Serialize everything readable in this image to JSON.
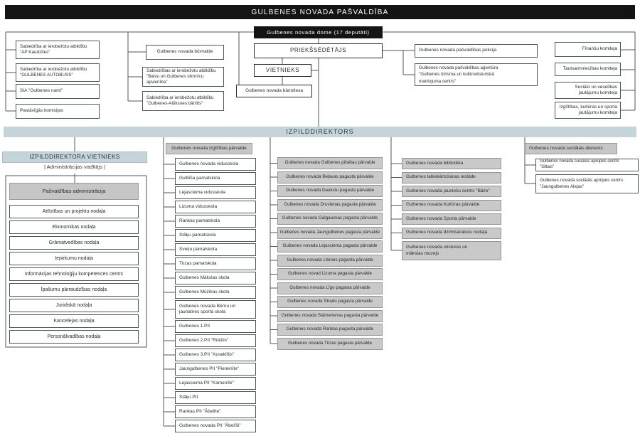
{
  "title": "GULBENES NOVADA PAŠVALDĪBA",
  "council": {
    "label": "Gulbenes novada dome (17 deputāti)"
  },
  "chairman": {
    "label": "PRIEKŠSĒDĒTĀJS"
  },
  "deputy_chairman": {
    "label": "VIETNIEKS"
  },
  "orphans_court": {
    "label": "Gulbenes novada bāriņtiesa"
  },
  "companies_left": {
    "items": [
      {
        "lines": [
          "Sabiedrība ar ierobežotu atbildību",
          "\"AP Kaudzītes\""
        ]
      },
      {
        "lines": [
          "Sabiedrība ar ierobežotu atbildību",
          "\"GULBENES AUTOBUSS\""
        ]
      },
      {
        "lines": [
          "SIA \"Gulbenes nami\""
        ]
      },
      {
        "lines": [
          "Pastāvīgās komisijas"
        ]
      }
    ]
  },
  "companies_mid": {
    "items": [
      {
        "lines": [
          "Gulbenes novada būvvalde"
        ]
      },
      {
        "lines": [
          "Sabiedrības ar ierobežotu atbildību",
          "\"Balvu un Gulbenes slimnīcu apvienība\""
        ]
      },
      {
        "lines": [
          "Sabiedrība ar ierobežotu atbildību",
          "\"Gulbenes-Alūksnes bānītis\""
        ]
      }
    ]
  },
  "police": {
    "label": "Gulbenes novada pašvaldības policija"
  },
  "agency": {
    "lines": [
      "Gulbenes novada pašvaldības aģentūra",
      "\"Gulbenes tūrisma un kultūrvēsturiskā",
      "mantojuma centrs\""
    ]
  },
  "committees": {
    "items": [
      {
        "lines": [
          "Finanšu komiteja"
        ]
      },
      {
        "lines": [
          "Tautsaimniecības komiteja"
        ]
      },
      {
        "lines": [
          "Sociālo un veselības",
          "jautājumu komiteja"
        ]
      },
      {
        "lines": [
          "Izglītības, kultūras un sporta",
          "jautājumu komiteja"
        ]
      }
    ]
  },
  "executive_director": {
    "label": "IZPILDDIREKTORS"
  },
  "administration": {
    "header": "IZPILDDIREKTORA VIETNIEKS",
    "subtitle": "| Administrācijas vadītājs |",
    "section": "Pašvaldības administrācija",
    "departments": [
      "Attīstības un projektu nodaļa",
      "Ekonomikas nodaļa",
      "Grāmatvedības nodaļa",
      "Iepirkumu nodaļa",
      "Informācijas tehnoloģiju kompetences centrs",
      "Īpašumu pārraudzības nodaļa",
      "Juridiskā nodaļa",
      "Kancelejas nodaļa",
      "Personālvadības nodaļa"
    ]
  },
  "education": {
    "header": "Gulbenes novada Izglītības pārvalde",
    "schools": [
      "Gulbenes novada vidusskola",
      "Gulbīša pamatskola",
      "Lejasciema vidusskola",
      "Lizuma vidusskola",
      "Rankas pamatskola",
      "Stāķu pamatskola",
      "Sveķu pamatskola",
      "Tirzas pamatskola",
      "Gulbenes Mākslas skola",
      "Gulbenes Mūzikas skola",
      {
        "lines": [
          "Gulbenes novada Bērnu un",
          "jaunatnes sporta skola"
        ]
      },
      "Gulbenes 1.PII",
      "Gulbenes 2.PII \"Rūķītis\"",
      "Gulbenes 3.PII \"Auseklītis\"",
      "Jaungulbenes PII \"Pienenīte\"",
      "Lejasciema PII \"Kamenīte\"",
      "Stāķu PII",
      "Rankas PII \"Ābelīte\"",
      "Gulbenes novada PII \"Ābolīši\""
    ]
  },
  "parishes": {
    "items": [
      "Gulbenes novada Gulbenes pilsētas pārvalde",
      "Gulbenes novada Beļavas pagasta pārvalde",
      "Gulbenes novada Daukstu pagasta pārvalde",
      "Gulbenes novada Druvienas pagasta pārvalde",
      "Gulbenes novada Galgauskas pagasta pārvalde",
      "Gulbenes novada Jaungulbenes pagasta pārvalde",
      "Gulbenes novada Lejasciema pagasta pārvalde",
      "Gulbenes novada Litenes pagasta pārvalde",
      "Gulbenes novad Lizuma pagasta pārvalde",
      "Gulbenes novada Līgo pagasta pārvalde",
      "Gulbenes novada Stradu pagasta pārvalde",
      "Gulbenes novada Stāmerienas pagasta pārvalde",
      "Gulbenes novada Rankas pagasta pārvalde",
      "Gulbenes novada Tirzas pagasta pārvalde"
    ]
  },
  "institutions": {
    "items": [
      "Gulbenes novada bibliotēka",
      "Gulbenes labiekārtošanas iestāde",
      "Gulbenes novada jauniešu centrs \"Bāze\"",
      "Gulbenes novada Kultūras pārvalde",
      "Gulbenes novada Sporta pārvalde",
      "Gulbenes novada dzimtsarakstu nodaļa",
      {
        "lines": [
          "Gulbenes novada vēstures un",
          "mākslas muzejs"
        ]
      }
    ]
  },
  "social": {
    "header": "Gulbenes novada sociālais dienests",
    "items": [
      "Gulbenes novada sociālās aprūpes centrs \"Siltais\"",
      {
        "lines": [
          "Gulbenes novada sociālās aprūpes centrs",
          "\"Jaungulbenes Alejas\""
        ]
      }
    ]
  },
  "colors": {
    "band_blue": "#c4d4d8",
    "header_gray": "#c6c6c6",
    "box_gray": "#c9c9c9",
    "bar_black": "#141414"
  }
}
